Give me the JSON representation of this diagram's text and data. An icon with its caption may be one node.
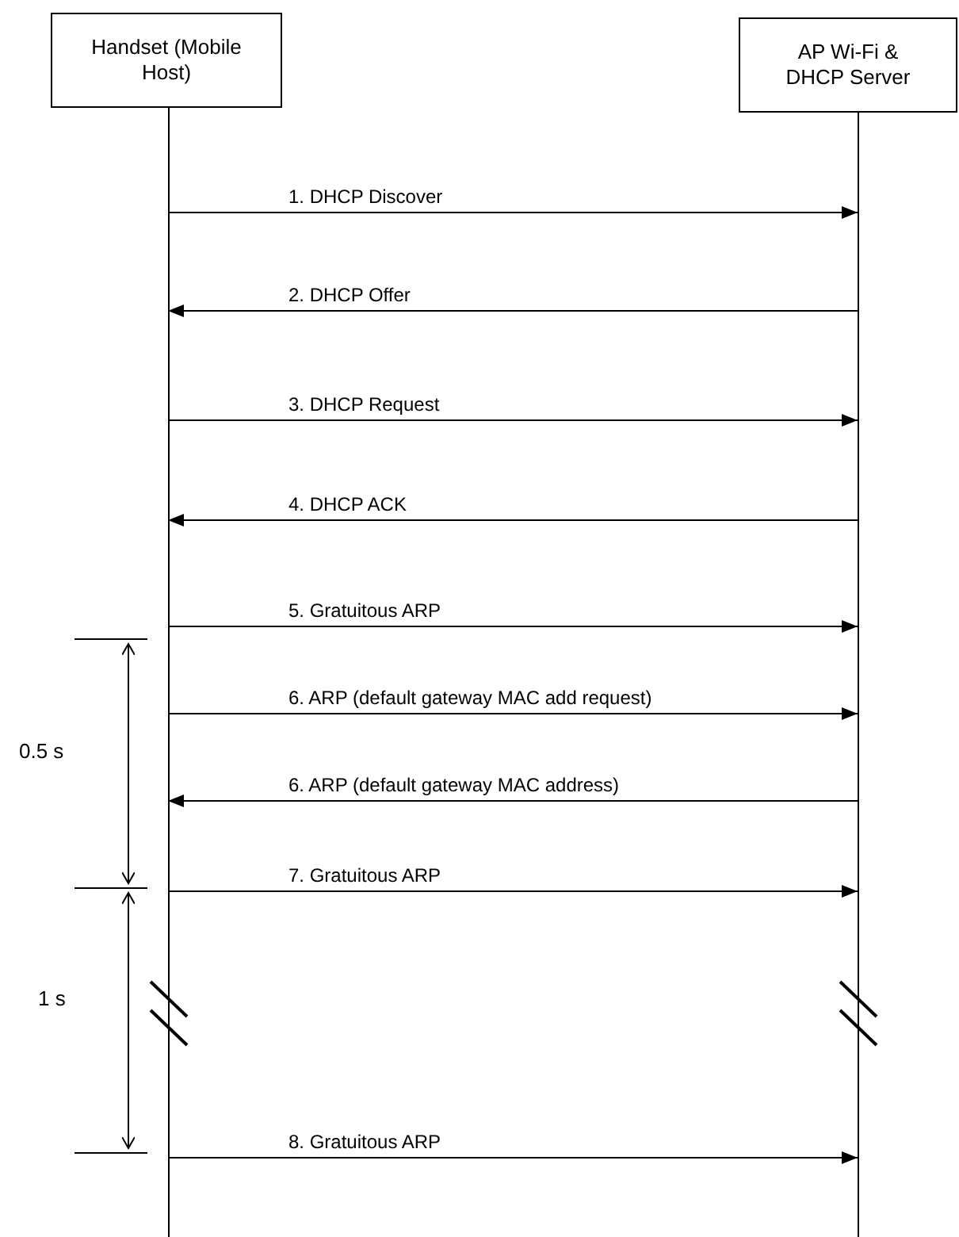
{
  "diagram": {
    "nodes": [
      {
        "text": [
          "Handset (Mobile Host)"
        ]
      },
      {
        "text": [
          "AP Wi-Fi & DHCP Server"
        ]
      }
    ],
    "edges": [
      {
        "from": 0,
        "to": 1,
        "arrow": "to",
        "label": "1. DHCP Discover"
      },
      {
        "from": 1,
        "to": 0,
        "arrow": "to",
        "label": "2. DHCP Offer"
      },
      {
        "from": 0,
        "to": 1,
        "arrow": "to",
        "label": "3. DHCP Request"
      },
      {
        "from": 1,
        "to": 0,
        "arrow": "to",
        "label": "4. DHCP ACK"
      },
      {
        "from": 0,
        "to": 1,
        "arrow": "to",
        "label": "5. Gratuitous ARP"
      },
      {
        "from": 0,
        "to": 1,
        "arrow": "to",
        "label": "6. ARP (default gateway MAC add request)"
      },
      {
        "from": 1,
        "to": 0,
        "arrow": "to",
        "label": "6. ARP (default gateway MAC address)"
      },
      {
        "from": 0,
        "to": 1,
        "arrow": "to",
        "label": "7. Gratuitous ARP"
      },
      {
        "from": 0,
        "to": 1,
        "arrow": "to",
        "label": "8. Gratuitous ARP"
      }
    ],
    "labels": [
      "0.5 s",
      "1 s"
    ]
  }
}
